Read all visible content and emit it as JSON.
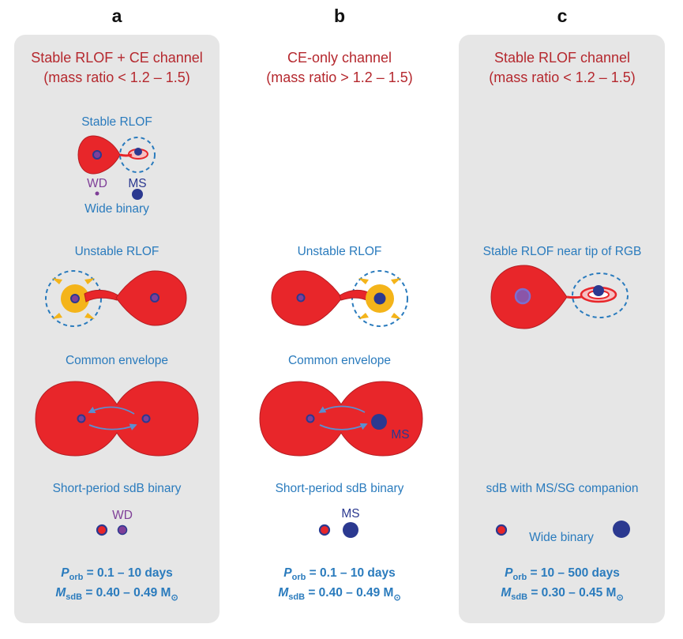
{
  "panels": [
    {
      "letter": "a",
      "title_line1": "Stable RLOF + CE channel",
      "title_line2": "(mass ratio < 1.2 – 1.5)",
      "stage1_label": "Stable RLOF",
      "wd_label": "WD",
      "ms_label": "MS",
      "wide_binary_label": "Wide binary",
      "stage2_label": "Unstable RLOF",
      "stage3_label": "Common envelope",
      "stage4_label": "Short-period sdB binary",
      "companion_label": "WD",
      "porb_symbol": "P",
      "porb_sub": "orb",
      "porb_value": " = 0.1 – 10 days",
      "msdb_symbol": "M",
      "msdb_sub": "sdB",
      "msdb_value": " = 0.40 – 0.49 M",
      "sun_symbol": "⊙"
    },
    {
      "letter": "b",
      "title_line1": "CE-only channel",
      "title_line2": "(mass ratio > 1.2 – 1.5)",
      "stage2_label": "Unstable RLOF",
      "stage3_label": "Common envelope",
      "envelope_ms_label": "MS",
      "stage4_label": "Short-period sdB binary",
      "companion_label": "MS",
      "porb_symbol": "P",
      "porb_sub": "orb",
      "porb_value": " = 0.1 – 10 days",
      "msdb_symbol": "M",
      "msdb_sub": "sdB",
      "msdb_value": " = 0.40 – 0.49 M",
      "sun_symbol": "⊙"
    },
    {
      "letter": "c",
      "title_line1": "Stable RLOF channel",
      "title_line2": "(mass ratio < 1.2 – 1.5)",
      "stage2_label": "Stable RLOF near tip of RGB",
      "stage4_label": "sdB with MS/SG companion",
      "wide_binary_label": "Wide binary",
      "porb_symbol": "P",
      "porb_sub": "orb",
      "porb_value": " = 10 – 500 days",
      "msdb_symbol": "M",
      "msdb_sub": "sdB",
      "msdb_value": " = 0.30 – 0.45 M",
      "sun_symbol": "⊙"
    }
  ],
  "colors": {
    "panel_bg": "#e6e6e6",
    "star_red": "#e8262a",
    "star_edge": "#b41d22",
    "core_blue": "#2b3990",
    "core_purple": "#7f3f98",
    "accretor_yellow": "#f4b41a",
    "title_red": "#b5282e",
    "label_blue": "#2a7bbd",
    "dash_blue": "#2a7bbd"
  }
}
